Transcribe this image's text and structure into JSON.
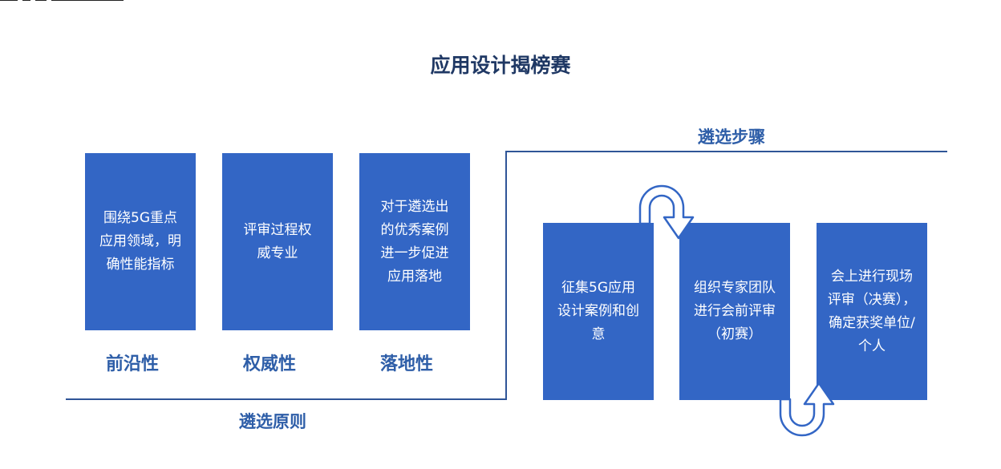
{
  "title": "应用设计揭榜赛",
  "principles": {
    "heading": "遴选原则",
    "items": [
      {
        "text": "围绕5G重点应用领域，明确性能指标",
        "label": "前沿性"
      },
      {
        "text": "评审过程权威专业",
        "label": "权威性"
      },
      {
        "text": "对于遴选出的优秀案例进一步促进应用落地",
        "label": "落地性"
      }
    ]
  },
  "steps": {
    "heading": "遴选步骤",
    "items": [
      {
        "text": "征集5G应用设计案例和创意"
      },
      {
        "text": "组织专家团队进行会前评审（初赛）"
      },
      {
        "text": "会上进行现场评审（决赛），确定获奖单位/个人"
      }
    ]
  },
  "colors": {
    "box": "#3366c5",
    "line": "#2f5597",
    "label": "#2e5ea8",
    "title": "#1f3864"
  }
}
